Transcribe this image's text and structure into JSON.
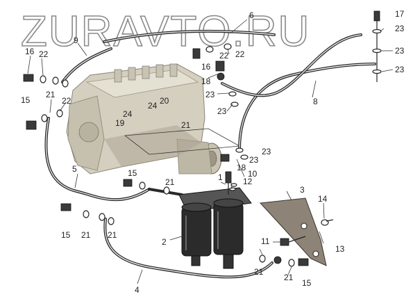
{
  "watermark": {
    "text": "ZURAVTO.RU"
  },
  "callouts": [
    "1",
    "2",
    "3",
    "4",
    "5",
    "6",
    "8",
    "9",
    "10",
    "11",
    "12",
    "13",
    "14",
    "15",
    "16",
    "17",
    "18",
    "19",
    "20",
    "21",
    "22",
    "23",
    "24"
  ],
  "labels": {
    "l17": "17",
    "l23a": "23",
    "l23b": "23",
    "l23c": "23",
    "l6": "6",
    "l9": "9",
    "l16a": "16",
    "l22a": "22",
    "l22b": "22",
    "l22c": "22",
    "l16b": "16",
    "l18a": "18",
    "l23d": "23",
    "l23e": "23",
    "l8": "8",
    "l15a": "15",
    "l21a": "21",
    "l22d": "22",
    "l24a": "24",
    "l24b": "24",
    "l20": "20",
    "l19": "19",
    "l21b": "21",
    "l23f": "23",
    "l18b": "18",
    "l23g": "23",
    "l10": "10",
    "l12": "12",
    "l1": "1",
    "l5": "5",
    "l15b": "15",
    "l21c": "21",
    "l3": "3",
    "l14": "14",
    "l15c": "15",
    "l21d": "21",
    "l21e": "21",
    "l2": "2",
    "l11": "11",
    "l13": "13",
    "l21f": "21",
    "l21g": "21",
    "l15d": "15",
    "l4": "4"
  },
  "colors": {
    "pump": "#d4cfbf",
    "pump_shadow": "#a9a292",
    "filter": "#2b2b2b",
    "bracket": "#8d8376",
    "hose": "#2a2a2a"
  }
}
